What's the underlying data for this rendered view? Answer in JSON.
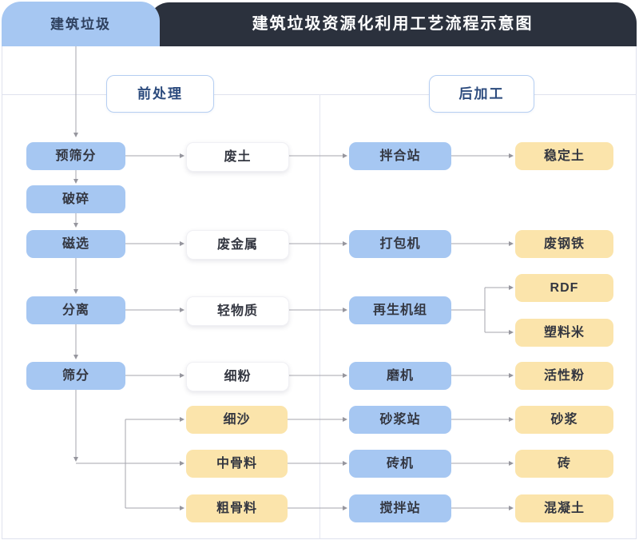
{
  "header": {
    "tab": "建筑垃圾",
    "title": "建筑垃圾资源化利用工艺流程示意图"
  },
  "sections": {
    "pre": "前处理",
    "post": "后加工"
  },
  "columns": {
    "pretreatment": [
      "预筛分",
      "破碎",
      "磁选",
      "分离",
      "筛分"
    ],
    "materials": [
      "废土",
      "废金属",
      "轻物质",
      "细粉",
      "细沙",
      "中骨料",
      "粗骨料"
    ],
    "equipment": [
      "拌合站",
      "打包机",
      "再生机组",
      "磨机",
      "砂浆站",
      "砖机",
      "搅拌站"
    ],
    "products": [
      "稳定土",
      "废钢铁",
      "RDF",
      "塑料米",
      "活性粉",
      "砂浆",
      "砖",
      "混凝土"
    ]
  },
  "colors": {
    "header_bg": "#2b313d",
    "node_blue": "#a6c7f2",
    "node_yellow": "#fbe4ab",
    "node_white": "#ffffff",
    "section_text": "#2b4a7d",
    "connector_gray": "#a6a6ad"
  }
}
